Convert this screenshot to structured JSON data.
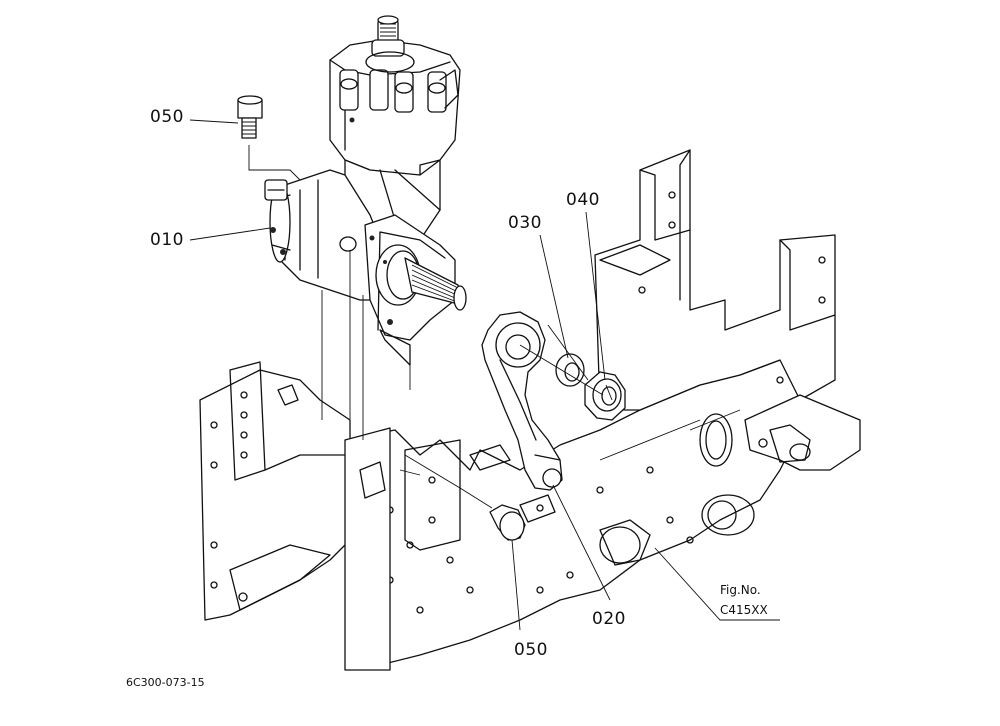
{
  "callouts": {
    "p050_top": "050",
    "p010": "010",
    "p030": "030",
    "p040": "040",
    "p020": "020",
    "p050_bottom": "050"
  },
  "figure_ref": {
    "label": "Fig.No.",
    "code": "C415XX"
  },
  "drawing_number": "6C300-073-15"
}
